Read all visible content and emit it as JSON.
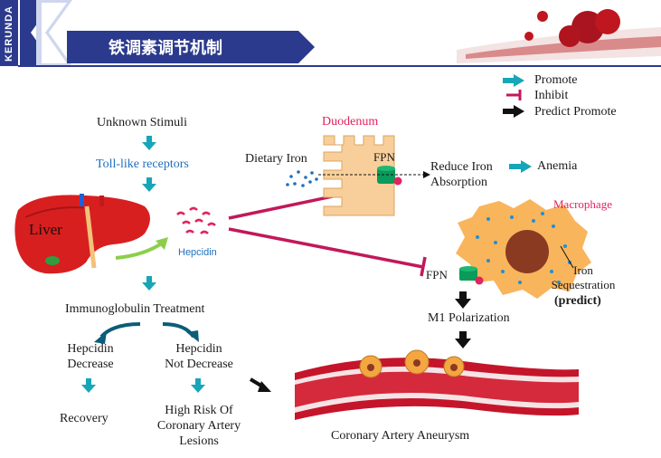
{
  "brand": "KERUNDA",
  "title": "铁调素调节机制",
  "legend": {
    "promote": "Promote",
    "inhibit": "Inhibit",
    "predict_promote": "Predict Promote"
  },
  "labels": {
    "unknown_stimuli": "Unknown Stimuli",
    "toll_like": "Toll-like receptors",
    "liver": "Liver",
    "hepcidin": "Hepcidin",
    "immuno": "Immunoglobulin Treatment",
    "hep_decrease": "Hepcidin\nDecrease",
    "hep_not_decrease": "Hepcidin\nNot Decrease",
    "recovery": "Recovery",
    "high_risk": "High Risk Of\nCoronary Artery\nLesions",
    "duodenum": "Duodenum",
    "dietary_iron": "Dietary Iron",
    "fpn_top": "FPN",
    "reduce_iron": "Reduce Iron\nAbsorption",
    "anemia": "Anemia",
    "macrophage": "Macrophage",
    "fpn_mac": "FPN",
    "iron_seq": "Iron\nSequestration",
    "predict": "(predict)",
    "m1": "M1  Polarization",
    "aneurysm": "Coronary Artery Aneurysm"
  },
  "colors": {
    "promote": "#17a6b8",
    "inhibit": "#c2185b",
    "predict": "#111111",
    "banner": "#2b3a8c"
  }
}
